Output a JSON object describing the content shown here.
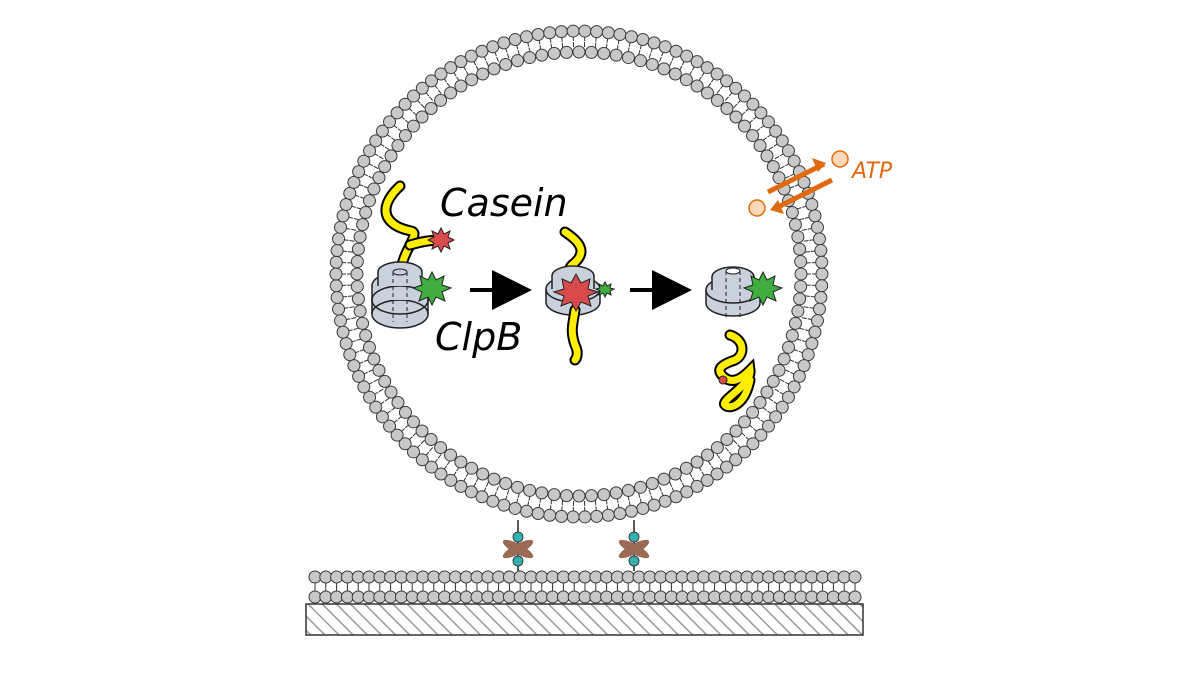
{
  "labels": {
    "casein": "Casein",
    "clpb": "ClpB",
    "atp": "ATP"
  },
  "colors": {
    "lipid_head_fill": "#c8c8c8",
    "lipid_head_stroke": "#3a3a3a",
    "casein_yellow": "#ffee00",
    "red_star": "#d94a4a",
    "green_star": "#3fae3f",
    "ring_fill": "#c9d1dc",
    "atp_orange": "#e06a12",
    "atp_fill": "#fbd9b8",
    "tether_brown": "#9a6a55",
    "tether_teal": "#37b0b0",
    "substrate_hatch": "#9a9a9a"
  },
  "icons": {
    "vesicle": "lipid-bilayer-vesicle",
    "supported_bilayer": "supported-lipid-bilayer",
    "tether": "streptavidin-biotin-tether",
    "clpb_ring": "clpb-hexamer-ring",
    "casein": "casein-chain",
    "reporter": "fluorophore-star",
    "process_arrow": "right-arrow",
    "atp_exchange": "atp-exchange-arrows"
  }
}
